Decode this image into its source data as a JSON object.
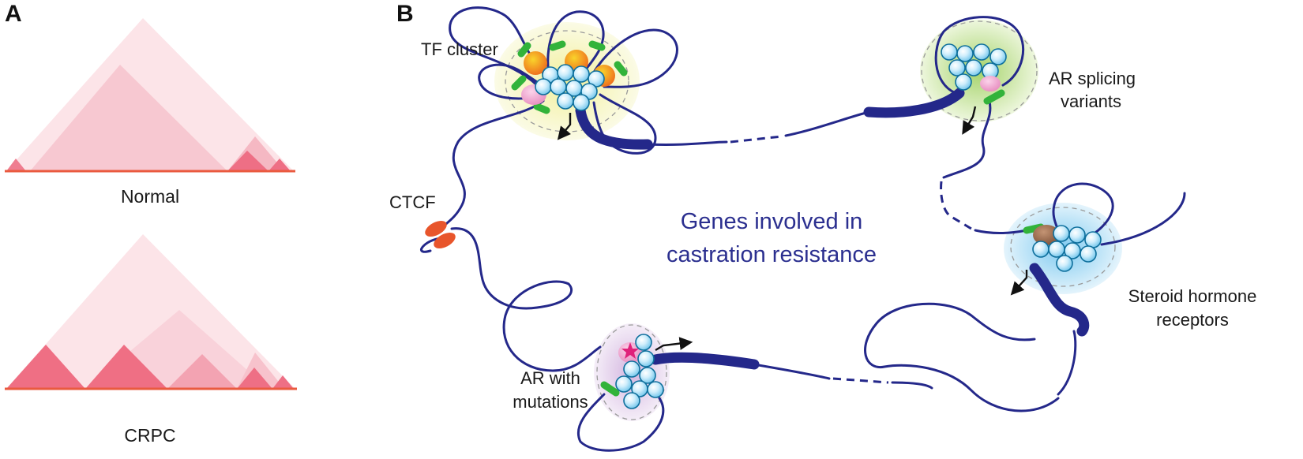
{
  "panel_a": {
    "letter": "A",
    "normal_label": "Normal",
    "crpc_label": "CRPC"
  },
  "panel_b": {
    "letter": "B",
    "labels": {
      "tf_cluster": "TF cluster",
      "ctcf": "CTCF",
      "ar_splicing_line1": "AR splicing",
      "ar_splicing_line2": "variants",
      "center_line1": "Genes involved in",
      "center_line2": "castration resistance",
      "steroid_line1": "Steroid hormone",
      "steroid_line2": "receptors",
      "ar_mut_line1": "AR with",
      "ar_mut_line2": "mutations"
    }
  },
  "colors": {
    "tad_light": "#fce3e7",
    "tad_mid": "#f8cbd3",
    "tad_dark": "#ef6f84",
    "baseline": "#ea5a3f",
    "chromatin": "#24288a",
    "bead": "#bfe6f8",
    "enhancer_green": "#32b33a",
    "ctcf": "#e8552b",
    "tf_orange": "#f28c1d",
    "ar_pink": "#f0a3cc",
    "halo_yellow": "#f5f3b0",
    "halo_green": "#b8dc86",
    "halo_blue": "#9ed6f3",
    "halo_purple": "#ddc6e6",
    "receptor_brown": "#9d6c4e",
    "mutation_star": "#e0217a",
    "center_text": "#2b2f8f"
  },
  "icons": [
    "tad-triangle",
    "chromatin-fiber",
    "bead",
    "ctcf-protein",
    "tss-arrow",
    "mutation-star"
  ]
}
